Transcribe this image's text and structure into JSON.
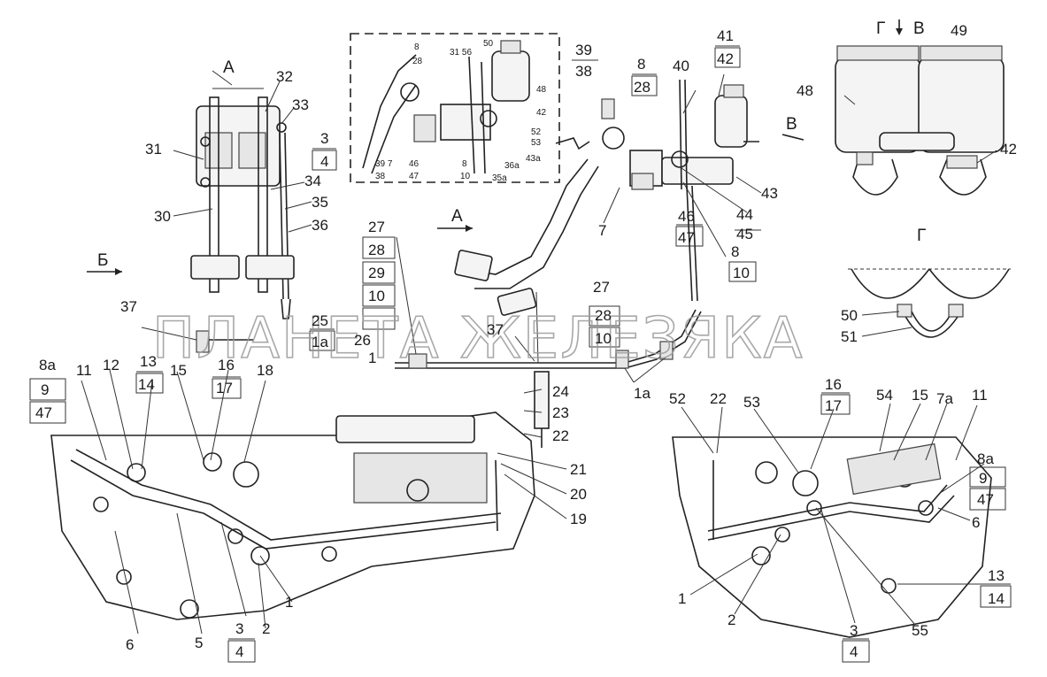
{
  "view_labels": {
    "a_top": "А",
    "a_arrow": "А",
    "b_arrow": "Б",
    "v_arrow": "В",
    "v_top": "В",
    "g_top": "Г",
    "g_detail": "Г"
  },
  "watermark": "ПЛАНЕТА ЖЕЛЕЗЯКА",
  "inset": {
    "c8": "8",
    "c28": "28",
    "c3156": "31 56",
    "c50": "50",
    "c48": "48",
    "c42": "42",
    "c52": "52",
    "c53": "53",
    "c43a": "43а",
    "c36a": "36а",
    "c35a": "35а",
    "c8b": "8",
    "c10": "10",
    "c39_7": "39 7",
    "c38": "38",
    "c46": "46",
    "c47": "47"
  },
  "labels": {
    "c32": "32",
    "c33": "33",
    "c31": "31",
    "c3_top": "3",
    "c4_top": "4",
    "c34": "34",
    "c30": "30",
    "c35": "35",
    "c36": "36",
    "c39": "39",
    "c38": "38",
    "c8_top": "8",
    "c28_top": "28",
    "c41": "41",
    "c42_top": "42",
    "c40": "40",
    "c43": "43",
    "c7": "7",
    "c46": "46",
    "c47_mid": "47",
    "c44": "44",
    "c45": "45",
    "c8_mid": "8",
    "c10_mid": "10",
    "c48": "48",
    "c49": "49",
    "c42_right": "42",
    "c50": "50",
    "c51": "51",
    "c27_l": "27",
    "c28_l": "28",
    "c29": "29",
    "c10_l": "10",
    "c25": "25",
    "c1a_l": "1а",
    "c37_l": "37",
    "c26": "26",
    "c1_l": "1",
    "c27_c": "27",
    "c28_c": "28",
    "c10_c": "10",
    "c37_c": "37",
    "c24": "24",
    "c23": "23",
    "c22": "22",
    "c1a_c": "1а",
    "c8a_l": "8а",
    "c9_l": "9",
    "c47_l": "47",
    "c11_l": "11",
    "c12": "12",
    "c13_l": "13",
    "c14_l": "14",
    "c15_l": "15",
    "c16_l": "16",
    "c17_l": "17",
    "c18": "18",
    "c21": "21",
    "c20": "20",
    "c19": "19",
    "c1_b": "1",
    "c2_b": "2",
    "c3_b": "3",
    "c4_b": "4",
    "c5": "5",
    "c6_b": "6",
    "c52": "52",
    "c22_r": "22",
    "c53": "53",
    "c16_r": "16",
    "c17_r": "17",
    "c54": "54",
    "c15_r": "15",
    "c7a": "7а",
    "c11_r": "11",
    "c8a_r": "8а",
    "c9_r": "9",
    "c47_r": "47",
    "c6_r": "6",
    "c13_r": "13",
    "c14_r": "14",
    "c1_r": "1",
    "c2_r": "2",
    "c3_r": "3",
    "c4_r": "4",
    "c55": "55"
  }
}
